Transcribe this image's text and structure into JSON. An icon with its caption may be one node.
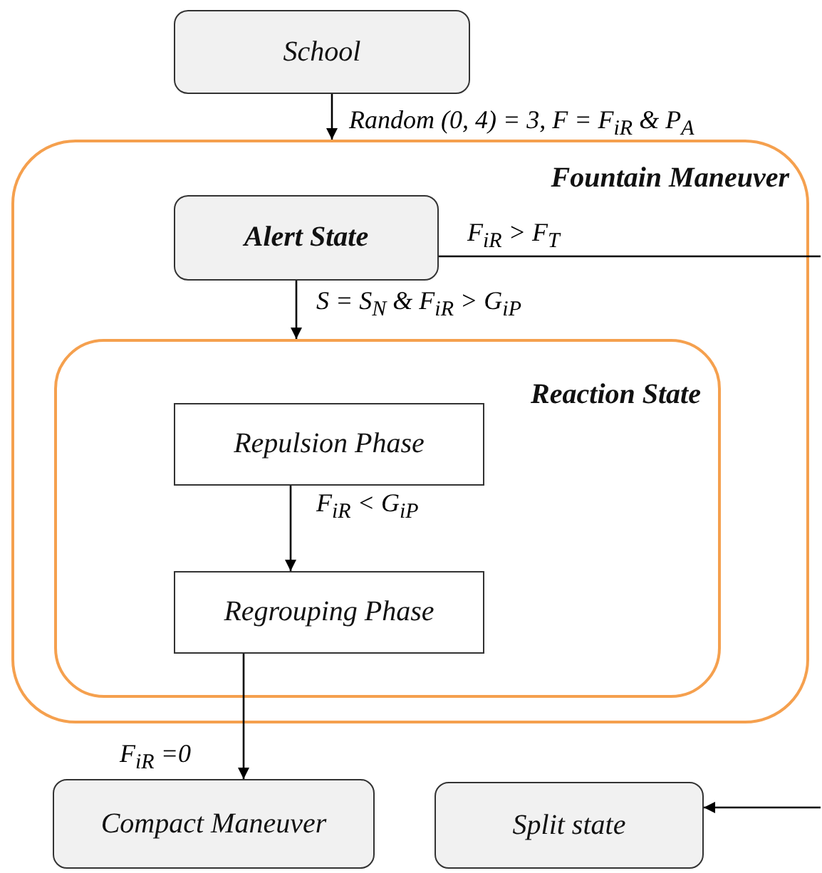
{
  "diagram": {
    "nodes": [
      {
        "text": [
          "School"
        ]
      },
      {
        "text": [
          "Fountain Maneuver"
        ]
      },
      {
        "text": [
          "Alert State"
        ],
        "in": 1
      },
      {
        "text": [
          "Reaction State"
        ],
        "in": 1
      },
      {
        "text": [
          "Repulsion Phase"
        ],
        "in": 3
      },
      {
        "text": [
          "Regrouping Phase"
        ],
        "in": 3
      },
      {
        "text": [
          "Compact Maneuver"
        ]
      },
      {
        "text": [
          "Split state"
        ]
      }
    ],
    "edges": [
      {
        "from": 0,
        "to": 1,
        "arrow": "to",
        "label": "Random (0, 4) = 3, F = F$_{iR}$ & P$_{A}$"
      },
      {
        "from": 2,
        "to": null,
        "arrow": "none",
        "label": "F$_{iR}$ > F$_{T}$"
      },
      {
        "from": 2,
        "to": 3,
        "arrow": "to",
        "label": "S = S$_{N}$ & F$_{iR}$ > G$_{iP}$"
      },
      {
        "from": 4,
        "to": 5,
        "arrow": "to",
        "label": "F$_{iR}$ < G$_{iP}$"
      },
      {
        "from": 5,
        "to": 6,
        "arrow": "to",
        "label": "F$_{iR}$ =0"
      },
      {
        "from": null,
        "to": 7,
        "arrow": "to"
      }
    ]
  }
}
